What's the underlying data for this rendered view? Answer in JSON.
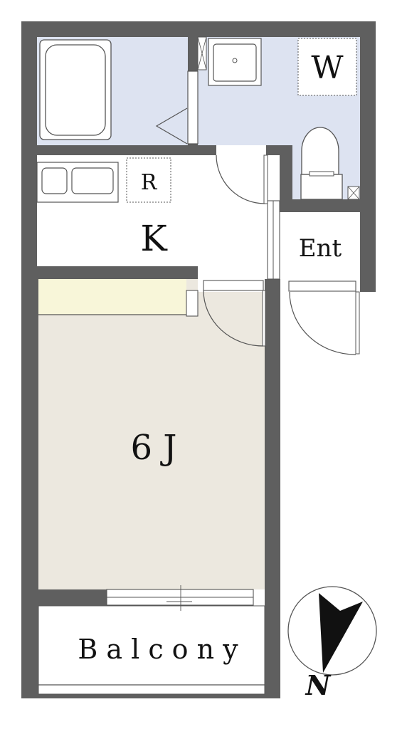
{
  "rooms": {
    "washroom": "W",
    "fridge": "R",
    "kitchen": "K",
    "entrance": "Ent",
    "living": "6 J",
    "balcony": "B a l c o n y"
  },
  "compass": {
    "north_label": "N"
  },
  "colors": {
    "wall": "#5f5f5f",
    "bath_floor": "#dde3f1",
    "living_floor": "#ece8df",
    "closet": "#f8f6d9",
    "line": "#555555"
  }
}
